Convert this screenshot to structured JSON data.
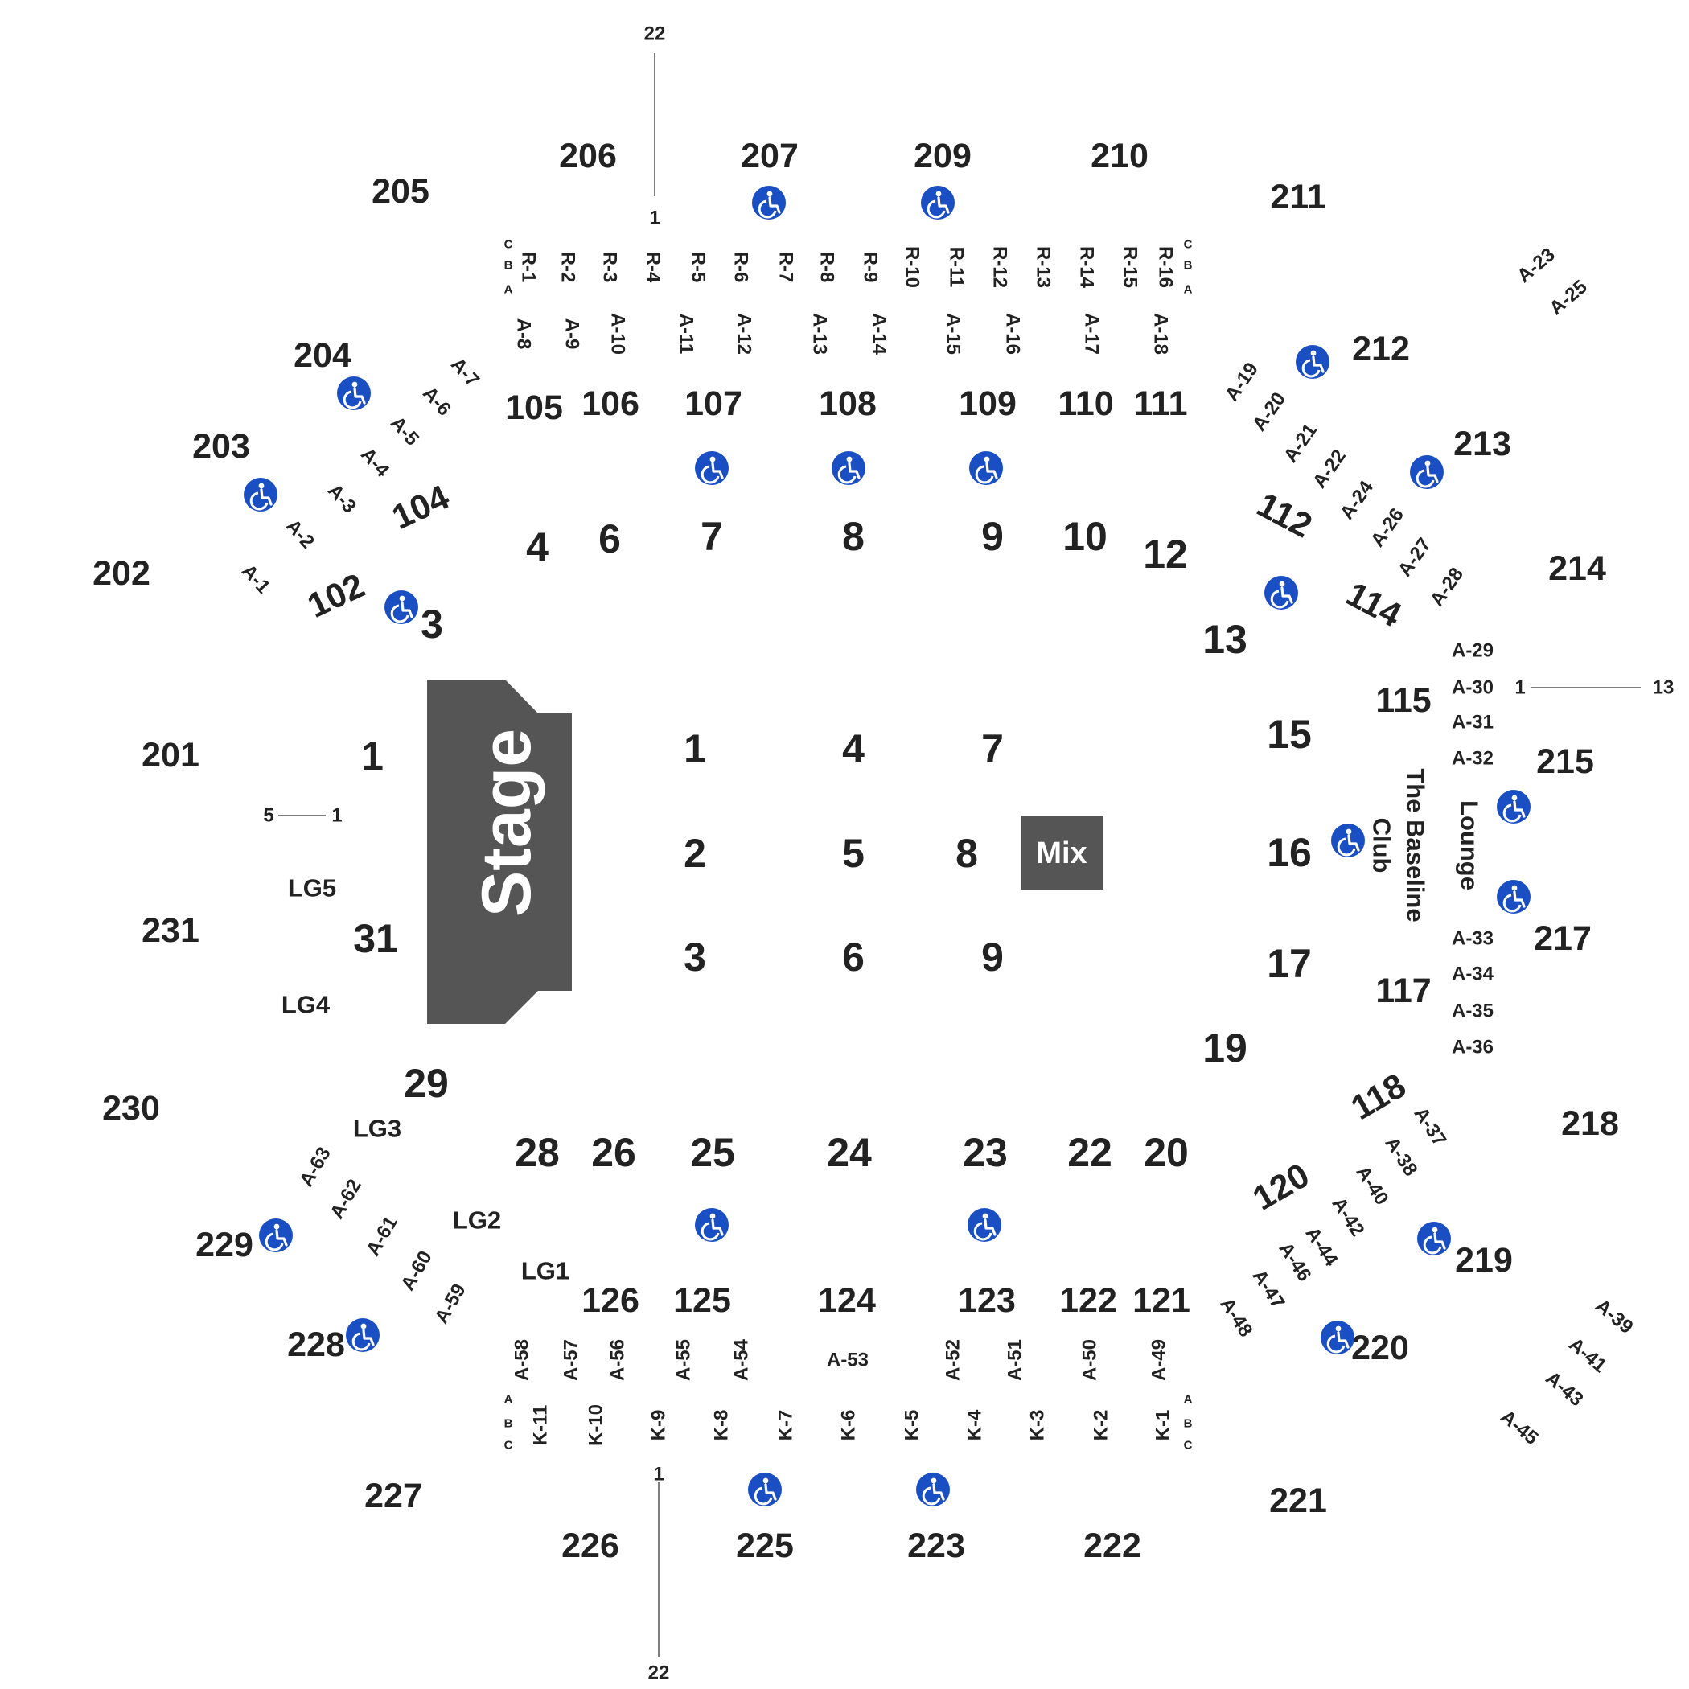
{
  "colors": {
    "block": "#555555",
    "text": "#222222",
    "accessible": "#1a4fc4",
    "background": "#ffffff"
  },
  "stage": {
    "label": "Stage"
  },
  "mix": {
    "label": "Mix"
  },
  "accessible_icon": "wheelchair-icon",
  "sections_200": [
    "201",
    "202",
    "203",
    "204",
    "205",
    "206",
    "207",
    "209",
    "210",
    "211",
    "212",
    "213",
    "214",
    "215",
    "217",
    "218",
    "219",
    "220",
    "221",
    "222",
    "223",
    "225",
    "226",
    "227",
    "228",
    "229",
    "230",
    "231"
  ],
  "sections_100": [
    "102",
    "104",
    "105",
    "106",
    "107",
    "108",
    "109",
    "110",
    "111",
    "112",
    "114",
    "115",
    "117",
    "118",
    "120",
    "121",
    "122",
    "123",
    "124",
    "125",
    "126"
  ],
  "floor_sections": [
    "1",
    "2",
    "3",
    "4",
    "5",
    "6",
    "7",
    "8",
    "9"
  ],
  "lower_blocks": [
    "1",
    "3",
    "4",
    "6",
    "7",
    "8",
    "9",
    "10",
    "12",
    "13",
    "15",
    "16",
    "17",
    "19",
    "20",
    "22",
    "23",
    "24",
    "25",
    "26",
    "28",
    "29",
    "31"
  ],
  "lodge_boxes": [
    "LG1",
    "LG2",
    "LG3",
    "LG4",
    "LG5"
  ],
  "suites_a": [
    "A-1",
    "A-2",
    "A-3",
    "A-4",
    "A-5",
    "A-6",
    "A-7",
    "A-8",
    "A-9",
    "A-10",
    "A-11",
    "A-12",
    "A-13",
    "A-14",
    "A-15",
    "A-16",
    "A-17",
    "A-18",
    "A-19",
    "A-20",
    "A-21",
    "A-22",
    "A-23",
    "A-24",
    "A-25",
    "A-26",
    "A-27",
    "A-28",
    "A-29",
    "A-30",
    "A-31",
    "A-32",
    "A-33",
    "A-34",
    "A-35",
    "A-36",
    "A-37",
    "A-38",
    "A-39",
    "A-40",
    "A-41",
    "A-42",
    "A-43",
    "A-44",
    "A-45",
    "A-46",
    "A-47",
    "A-48",
    "A-49",
    "A-50",
    "A-51",
    "A-52",
    "A-53",
    "A-54",
    "A-55",
    "A-56",
    "A-57",
    "A-58",
    "A-59",
    "A-60",
    "A-61",
    "A-62",
    "A-63"
  ],
  "suites_r": [
    "R-1",
    "R-2",
    "R-3",
    "R-4",
    "R-5",
    "R-6",
    "R-7",
    "R-8",
    "R-9",
    "R-10",
    "R-11",
    "R-12",
    "R-13",
    "R-14",
    "R-15",
    "R-16"
  ],
  "suites_k": [
    "K-1",
    "K-2",
    "K-3",
    "K-4",
    "K-5",
    "K-6",
    "K-7",
    "K-8",
    "K-9",
    "K-10",
    "K-11"
  ],
  "row_letters": [
    "A",
    "B",
    "C"
  ],
  "lounge": {
    "name": "Lounge",
    "club_line1": "The Baseline",
    "club_line2": "Club"
  },
  "row_markers": {
    "top_start": "1",
    "top_end": "22",
    "bottom_start": "1",
    "bottom_end": "22",
    "right_start": "1",
    "right_end": "13",
    "left_start": "1",
    "left_end": "5"
  }
}
